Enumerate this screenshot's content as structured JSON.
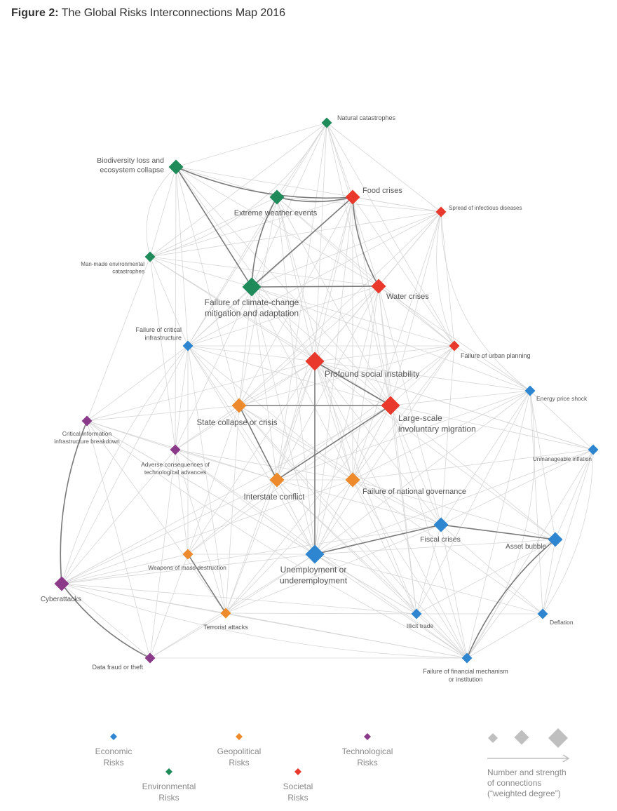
{
  "title": {
    "prefix": "Figure 2:",
    "text": "The Global Risks Interconnections Map 2016"
  },
  "colors": {
    "economic": "#2f86d0",
    "environmental": "#1f8a5a",
    "geopolitical": "#ec8a2c",
    "societal": "#e8392c",
    "technological": "#8b3a8a",
    "edge": "#d6d6d6",
    "edge_strong": "#7a7a7a",
    "legend_shape": "#bfbfbf"
  },
  "nodes": [
    {
      "id": "natcat",
      "cat": "environmental",
      "size": "small",
      "lines": [
        "Natural catastrophes"
      ]
    },
    {
      "id": "biodiv",
      "cat": "environmental",
      "size": "medium",
      "lines": [
        "Biodiversity loss and",
        "ecosystem collapse"
      ]
    },
    {
      "id": "weather",
      "cat": "environmental",
      "size": "medium",
      "lines": [
        "Extreme weather events"
      ]
    },
    {
      "id": "food",
      "cat": "societal",
      "size": "medium",
      "lines": [
        "Food crises"
      ]
    },
    {
      "id": "infect",
      "cat": "societal",
      "size": "small",
      "lines": [
        "Spread of infectious diseases"
      ]
    },
    {
      "id": "manmade",
      "cat": "environmental",
      "size": "small",
      "lines": [
        "Man-made environmental",
        "catastrophes"
      ]
    },
    {
      "id": "climate",
      "cat": "environmental",
      "size": "large",
      "lines": [
        "Failure of climate-change",
        "mitigation and adaptation"
      ]
    },
    {
      "id": "water",
      "cat": "societal",
      "size": "medium",
      "lines": [
        "Water crises"
      ]
    },
    {
      "id": "critinfra",
      "cat": "economic",
      "size": "small",
      "lines": [
        "Failure of critical",
        "infrastructure"
      ]
    },
    {
      "id": "urban",
      "cat": "societal",
      "size": "small",
      "lines": [
        "Failure of urban planning"
      ]
    },
    {
      "id": "social",
      "cat": "societal",
      "size": "large",
      "lines": [
        "Profound social instability"
      ]
    },
    {
      "id": "energy",
      "cat": "economic",
      "size": "small",
      "lines": [
        "Energy price shock"
      ]
    },
    {
      "id": "statecollapse",
      "cat": "geopolitical",
      "size": "medium",
      "lines": [
        "State collapse or crisis"
      ]
    },
    {
      "id": "migration",
      "cat": "societal",
      "size": "large",
      "lines": [
        "Large-scale",
        "involuntary migration"
      ]
    },
    {
      "id": "cib",
      "cat": "technological",
      "size": "small",
      "lines": [
        "Critical information",
        "infrastructure breakdown"
      ]
    },
    {
      "id": "adverse",
      "cat": "technological",
      "size": "small",
      "lines": [
        "Adverse consequences of",
        "technological advances"
      ]
    },
    {
      "id": "inflation",
      "cat": "economic",
      "size": "small",
      "lines": [
        "Unmanageable inflation"
      ]
    },
    {
      "id": "interstate",
      "cat": "geopolitical",
      "size": "medium",
      "lines": [
        "Interstate conflict"
      ]
    },
    {
      "id": "governance",
      "cat": "geopolitical",
      "size": "medium",
      "lines": [
        "Failure of national governance"
      ]
    },
    {
      "id": "fiscal",
      "cat": "economic",
      "size": "medium",
      "lines": [
        "Fiscal crises"
      ]
    },
    {
      "id": "asset",
      "cat": "economic",
      "size": "medium",
      "lines": [
        "Asset bubble"
      ]
    },
    {
      "id": "wmd",
      "cat": "geopolitical",
      "size": "small",
      "lines": [
        "Weapons of mass destruction"
      ]
    },
    {
      "id": "unemploy",
      "cat": "economic",
      "size": "large",
      "lines": [
        "Unemployment or",
        "underemployment"
      ]
    },
    {
      "id": "cyber",
      "cat": "technological",
      "size": "medium",
      "lines": [
        "Cyberattacks"
      ]
    },
    {
      "id": "illicit",
      "cat": "economic",
      "size": "small",
      "lines": [
        "Illicit trade"
      ]
    },
    {
      "id": "deflation",
      "cat": "economic",
      "size": "small",
      "lines": [
        "Deflation"
      ]
    },
    {
      "id": "terror",
      "cat": "geopolitical",
      "size": "small",
      "lines": [
        "Terrorist attacks"
      ]
    },
    {
      "id": "datafraud",
      "cat": "technological",
      "size": "small",
      "lines": [
        "Data fraud or theft"
      ]
    },
    {
      "id": "finmech",
      "cat": "economic",
      "size": "small",
      "lines": [
        "Failure of financial mechanism",
        "or institution"
      ]
    }
  ],
  "strong_edges": [
    [
      "biodiv",
      "climate"
    ],
    [
      "weather",
      "climate"
    ],
    [
      "food",
      "water"
    ],
    [
      "climate",
      "water"
    ],
    [
      "social",
      "migration"
    ],
    [
      "social",
      "unemploy"
    ],
    [
      "statecollapse",
      "migration"
    ],
    [
      "statecollapse",
      "interstate"
    ],
    [
      "migration",
      "interstate"
    ],
    [
      "cyber",
      "datafraud"
    ],
    [
      "cib",
      "cyber"
    ],
    [
      "asset",
      "finmech"
    ],
    [
      "fiscal",
      "asset"
    ],
    [
      "fiscal",
      "unemploy"
    ],
    [
      "wmd",
      "terror"
    ],
    [
      "weather",
      "food"
    ],
    [
      "biodiv",
      "food"
    ],
    [
      "climate",
      "food"
    ]
  ],
  "legend": {
    "categories": [
      {
        "cat": "economic",
        "label": [
          "Economic",
          "Risks"
        ]
      },
      {
        "cat": "environmental",
        "label": [
          "Environmental",
          "Risks"
        ]
      },
      {
        "cat": "geopolitical",
        "label": [
          "Geopolitical",
          "Risks"
        ]
      },
      {
        "cat": "societal",
        "label": [
          "Societal",
          "Risks"
        ]
      },
      {
        "cat": "technological",
        "label": [
          "Technological",
          "Risks"
        ]
      }
    ],
    "strength_label": [
      "Number and strength",
      "of connections",
      "(“weighted degree”)"
    ]
  }
}
